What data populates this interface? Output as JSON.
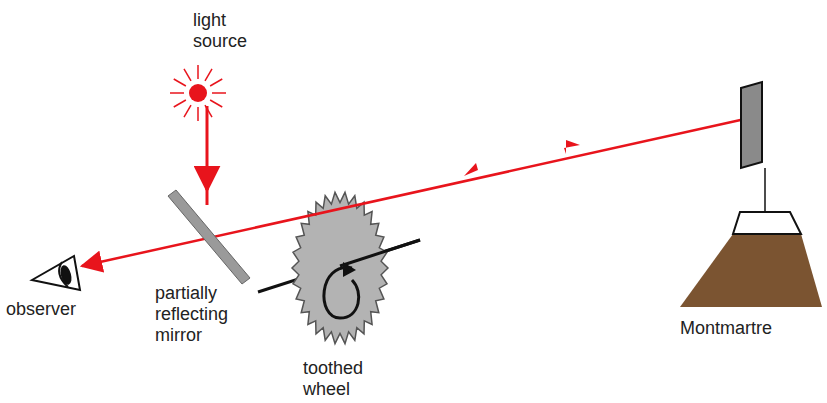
{
  "diagram": {
    "labels": [
      "light source",
      "observer",
      "partially reflecting mirror",
      "toothed wheel",
      "Montmartre"
    ]
  }
}
